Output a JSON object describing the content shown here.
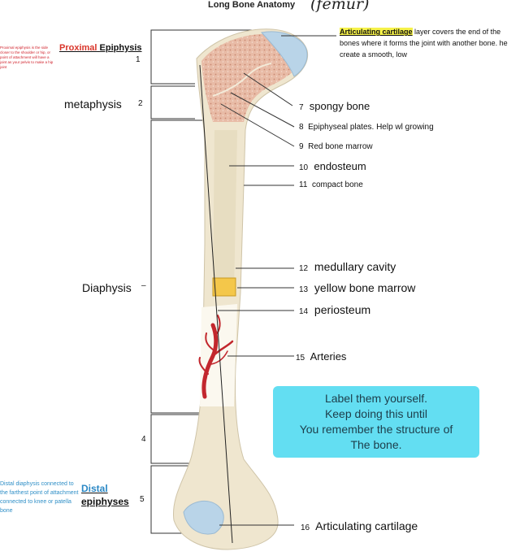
{
  "header": {
    "title": "Long Bone Anatomy",
    "handwritten": "(femur)"
  },
  "left": {
    "proximal_note": "Proximal epiphysis is the side closer to the shoulder or hip, or point of attachment will have a joint as your pelvis to make a hip joint",
    "proximal_red": "Proximal",
    "proximal_black": "Epiphysis",
    "num1": "1",
    "metaphysis": "metaphysis",
    "num2": "2",
    "diaphysis": "Diaphysis",
    "num3": "–",
    "num4": "4",
    "distal_note": "Distal diaphysis connected to the farthest point of attachment connected to knee or patella bone",
    "distal_blue": "Distal",
    "distal_black": "epiphyses",
    "num5": "5"
  },
  "right": {
    "cartilage_highlight": "Articulating cartilage",
    "cartilage_desc": "layer covers the end of the bones where it forms the joint with another  bone. he create a smooth, low",
    "labels": [
      {
        "num": "7",
        "text": "spongy bone"
      },
      {
        "num": "8",
        "text": "Epiphyseal plates. Help wl growing"
      },
      {
        "num": "9",
        "text": "Red bone marrow"
      },
      {
        "num": "10",
        "text": "endosteum"
      },
      {
        "num": "11",
        "text": "compact bone"
      },
      {
        "num": "12",
        "text": "medullary cavity"
      },
      {
        "num": "13",
        "text": "yellow bone marrow"
      },
      {
        "num": "14",
        "text": "periosteum"
      },
      {
        "num": "15",
        "text": "Arteries"
      },
      {
        "num": "16",
        "text": "Articulating cartilage"
      }
    ]
  },
  "note": {
    "lines": [
      "Label them yourself.",
      "Keep doing this until",
      "You remember the structure of",
      "The bone."
    ]
  },
  "colors": {
    "bone": "#efe6cf",
    "spongy": "#e6b7a3",
    "cartilage": "#b9d4e8",
    "yellow_marrow": "#f4c74a",
    "artery": "#c2272d",
    "note_bg": "#63def2"
  }
}
